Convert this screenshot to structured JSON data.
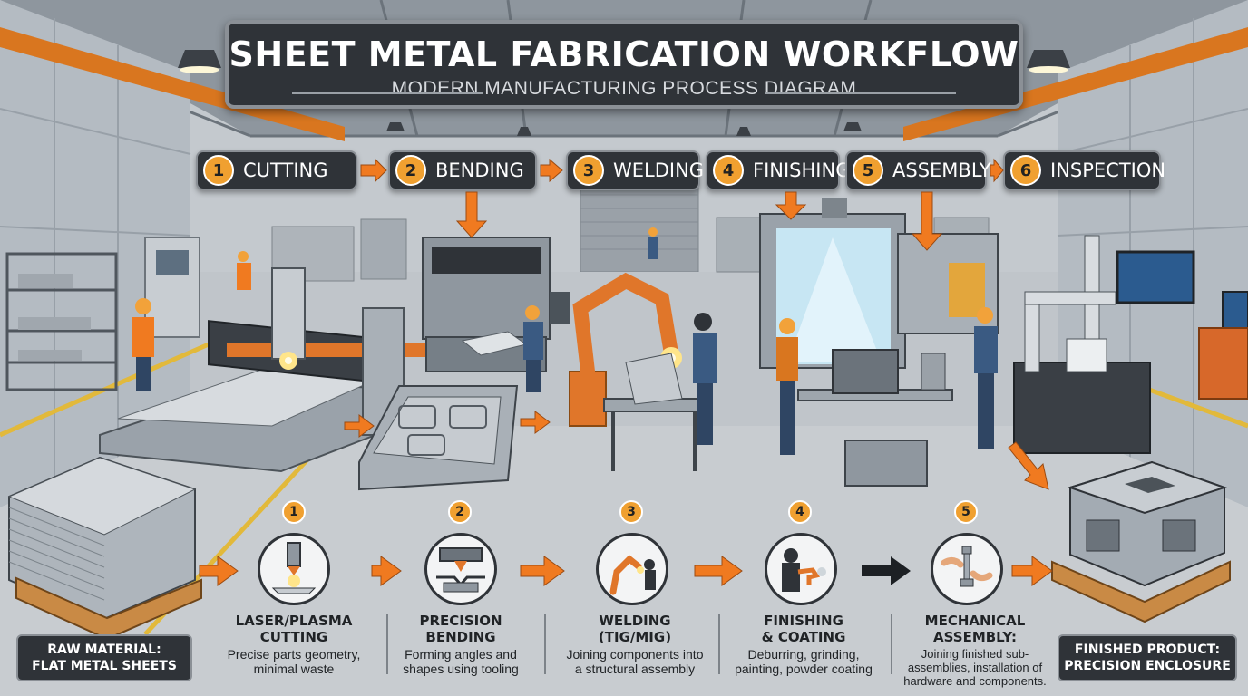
{
  "header": {
    "title": "SHEET METAL FABRICATION WORKFLOW",
    "subtitle": "MODERN MANUFACTURING PROCESS DIAGRAM"
  },
  "steps": [
    {
      "num": "1",
      "label": "CUTTING"
    },
    {
      "num": "2",
      "label": "BENDING"
    },
    {
      "num": "3",
      "label": "WELDING"
    },
    {
      "num": "4",
      "label": "FINISHING"
    },
    {
      "num": "5",
      "label": "ASSEMBLY"
    },
    {
      "num": "6",
      "label": "INSPECTION"
    }
  ],
  "stages": [
    {
      "num": "1",
      "title": "LASER/PLASMA CUTTING",
      "title_l1": "LASER/PLASMA",
      "title_l2": "CUTTING",
      "desc_l1": "Precise parts geometry,",
      "desc_l2": "minimal waste"
    },
    {
      "num": "2",
      "title_l1": "PRECISION",
      "title_l2": "BENDING",
      "desc_l1": "Forming angles and",
      "desc_l2": "shapes using tooling"
    },
    {
      "num": "3",
      "title_l1": "WELDING",
      "title_l2": "(TIG/MIG)",
      "desc_l1": "Joining components into",
      "desc_l2": "a structural assembly"
    },
    {
      "num": "4",
      "title_l1": "FINISHING",
      "title_l2": "& COATING",
      "desc_l1": "Deburring, grinding,",
      "desc_l2": "painting, powder coating"
    },
    {
      "num": "5",
      "title_l1": "MECHANICAL",
      "title_l2": "ASSEMBLY:",
      "desc_l1": "Joining finished sub-",
      "desc_l2": "assemblies, installation of",
      "desc_l3": "hardware and components."
    }
  ],
  "raw_material": {
    "l1": "RAW MATERIAL:",
    "l2": "FLAT METAL SHEETS"
  },
  "finished_product": {
    "l1": "FINISHED PRODUCT:",
    "l2": "PRECISION ENCLOSURE"
  },
  "colors": {
    "accent": "#f0a030",
    "arrow": "#f07a20",
    "panel": "#2f3338",
    "beam": "#d9761f"
  }
}
